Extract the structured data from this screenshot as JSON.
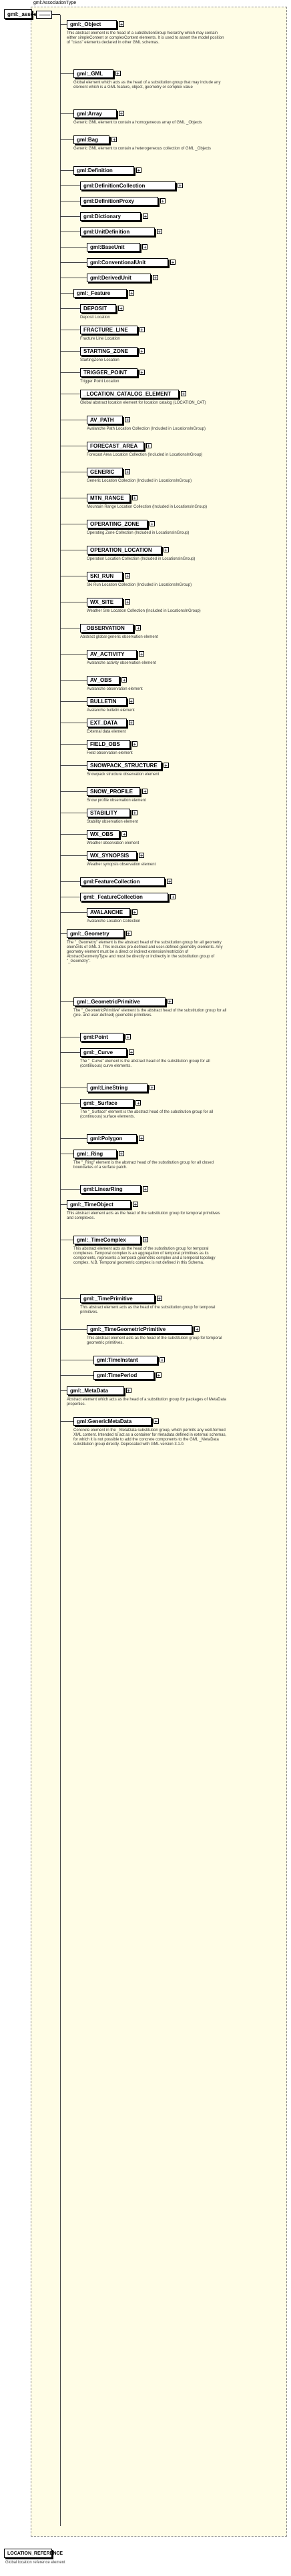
{
  "root": {
    "name": "gml:_association",
    "bottom_element": "LOCATION_REFERENCE",
    "bottom_note": "Global location reference element"
  },
  "type_label": "gml:AssociationType",
  "nodes": [
    {
      "label": "gml:_Object",
      "desc": "This abstract element is the head of a substitutionGroup hierarchy which may contain either simpleContent or complexContent elements. It is used to assert the model position of \"class\" elements declared in other GML schemas."
    },
    {
      "label": "gml:_GML",
      "desc": "Global element which acts as the head of a substitution group that may include any element which is a GML feature, object, geometry or complex value"
    },
    {
      "label": "gml:Array",
      "desc": "Generic GML element to contain a homogeneous array of GML _Objects"
    },
    {
      "label": "gml:Bag",
      "desc": "Generic GML element to contain a heterogeneous collection of GML _Objects"
    },
    {
      "label": "gml:Definition",
      "desc": ""
    },
    {
      "label": "gml:DefinitionCollection",
      "desc": ""
    },
    {
      "label": "gml:DefinitionProxy",
      "desc": ""
    },
    {
      "label": "gml:Dictionary",
      "desc": ""
    },
    {
      "label": "gml:UnitDefinition",
      "desc": ""
    },
    {
      "label": "gml:BaseUnit",
      "desc": ""
    },
    {
      "label": "gml:ConventionalUnit",
      "desc": ""
    },
    {
      "label": "gml:DerivedUnit",
      "desc": ""
    },
    {
      "label": "gml:_Feature",
      "desc": ""
    },
    {
      "label": "DEPOSIT",
      "desc": "Deposit Location"
    },
    {
      "label": "FRACTURE_LINE",
      "desc": "Fracture Line Location"
    },
    {
      "label": "STARTING_ZONE",
      "desc": "StartingZone Location"
    },
    {
      "label": "TRIGGER_POINT",
      "desc": "Trigger Point Location"
    },
    {
      "label": "_LOCATION_CATALOG_ELEMENT",
      "desc": "Global abstract location element for location catalog (LOCATION_CAT)"
    },
    {
      "label": "AV_PATH",
      "desc": "Avalanche Path Location Collection (Included in LocationsInGroup)"
    },
    {
      "label": "FORECAST_AREA",
      "desc": "Forecast Area Location Collection (Included in LocationsInGroup)"
    },
    {
      "label": "GENERIC",
      "desc": "Generic Location Collection (Included in LocationsInGroup)"
    },
    {
      "label": "MTN_RANGE",
      "desc": "Mountain Range Location Collection (Included in LocationsInGroup)"
    },
    {
      "label": "OPERATING_ZONE",
      "desc": "Operating Zone Collection (Included in LocationsInGroup)"
    },
    {
      "label": "OPERATION_LOCATION",
      "desc": "Operation Location Collection (Included in LocationsInGroup)"
    },
    {
      "label": "SKI_RUN",
      "desc": "Ski Run Location Collection (Included in LocationsInGroup)"
    },
    {
      "label": "WX_SITE",
      "desc": "Weather Site Location Collection (Included in LocationsInGroup)"
    },
    {
      "label": "_OBSERVATION",
      "desc": "Abstract global generic observation element"
    },
    {
      "label": "AV_ACTIVITY",
      "desc": "Avalanche activity observation element"
    },
    {
      "label": "AV_OBS",
      "desc": "Avalanche observation element"
    },
    {
      "label": "BULLETIN",
      "desc": "Avalanche bulletin element"
    },
    {
      "label": "EXT_DATA",
      "desc": "External data element"
    },
    {
      "label": "FIELD_OBS",
      "desc": "Field observation element"
    },
    {
      "label": "SNOWPACK_STRUCTURE",
      "desc": "Snowpack structure observation element"
    },
    {
      "label": "SNOW_PROFILE",
      "desc": "Snow profile observation element"
    },
    {
      "label": "STABILITY",
      "desc": "Stability observation element"
    },
    {
      "label": "WX_OBS",
      "desc": "Weather observation element"
    },
    {
      "label": "WX_SYNOPSIS",
      "desc": "Weather synopsis observation element"
    },
    {
      "label": "gml:FeatureCollection",
      "desc": ""
    },
    {
      "label": "gml:_FeatureCollection",
      "desc": ""
    },
    {
      "label": "AVALANCHE",
      "desc": "Avalanche Location Collection"
    },
    {
      "label": "gml:_Geometry",
      "desc": "The \"_Geometry\" element is the abstract head of the substitution group for all geometry elements of GML 3. This includes pre-defined and user-defined geometry elements. Any geometry element must be a direct or indirect extension/restriction of AbstractGeometryType and must be directly or indirectly in the substitution group of \"_Geometry\"."
    },
    {
      "label": "gml:_GeometricPrimitive",
      "desc": "The \"_GeometricPrimitive\" element is the abstract head of the substitution group for all (pre- and user-defined) geometric primitives."
    },
    {
      "label": "gml:Point",
      "desc": ""
    },
    {
      "label": "gml:_Curve",
      "desc": "The \"_Curve\" element is the abstract head of the substitution group for all (continuous) curve elements."
    },
    {
      "label": "gml:LineString",
      "desc": ""
    },
    {
      "label": "gml:_Surface",
      "desc": "The \"_Surface\" element is the abstract head of the substitution group for all (continuous) surface elements."
    },
    {
      "label": "gml:Polygon",
      "desc": ""
    },
    {
      "label": "gml:_Ring",
      "desc": "The \"_Ring\" element is the abstract head of the substitution group for all closed boundaries of a surface patch."
    },
    {
      "label": "gml:LinearRing",
      "desc": ""
    },
    {
      "label": "gml:_TimeObject",
      "desc": "This abstract element acts as the head of the substitution group for temporal primitives and complexes."
    },
    {
      "label": "gml:_TimeComplex",
      "desc": "This abstract element acts as the head of the substitution group for temporal complexes. Temporal complex is an aggregation of temporal primitives as its components, represents a temporal geometric complex and a temporal topology complex. N.B. Temporal geometric complex is not defined in this Schema."
    },
    {
      "label": "gml:_TimePrimitive",
      "desc": "This abstract element acts as the head of the substitution group for temporal primitives."
    },
    {
      "label": "gml:_TimeGeometricPrimitive",
      "desc": "This abstract element acts as the head of the substitution group for temporal geometric primitives."
    },
    {
      "label": "gml:TimeInstant",
      "desc": ""
    },
    {
      "label": "gml:TimePeriod",
      "desc": ""
    },
    {
      "label": "gml:_MetaData",
      "desc": "Abstract element which acts as the head of a substitution group for packages of MetaData properties."
    },
    {
      "label": "gml:GenericMetaData",
      "desc": "Concrete element in the _MetaData substitution group, which permits any well-formed XML content. Intended to act as a container for metadata defined in external schemas, for which it is not possible to add the concrete components to the GML _MetaData substitution group directly. Deprecated with GML version 3.1.0."
    }
  ]
}
